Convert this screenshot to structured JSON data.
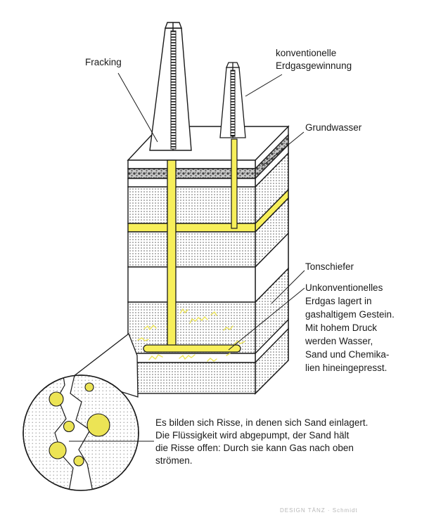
{
  "labels": {
    "fracking": "Fracking",
    "conventional": [
      "konventionelle",
      "Erdgasgewinnung"
    ],
    "groundwater": "Grundwasser",
    "shale": "Tonschiefer",
    "unconventional": [
      "Unkonventionelles",
      "Erdgas lagert in",
      "gashaltigem Gestein.",
      "Mit hohem Druck",
      "werden Wasser,",
      "Sand und Chemika-",
      "lien hineingepresst."
    ],
    "cracks": [
      "Es bilden sich Risse, in denen sich Sand einlagert.",
      "Die Flüssigkeit wird abgepumpt, der Sand hält",
      "die Risse offen: Durch sie kann Gas nach oben",
      "strömen."
    ],
    "credit": "DESIGN TÄNZ · Schmidt"
  },
  "colors": {
    "water_yellow": "#f7ef5a",
    "gas_yellow": "#ece455",
    "line": "#1a1a1a",
    "stipple": "#5a5a5a"
  }
}
